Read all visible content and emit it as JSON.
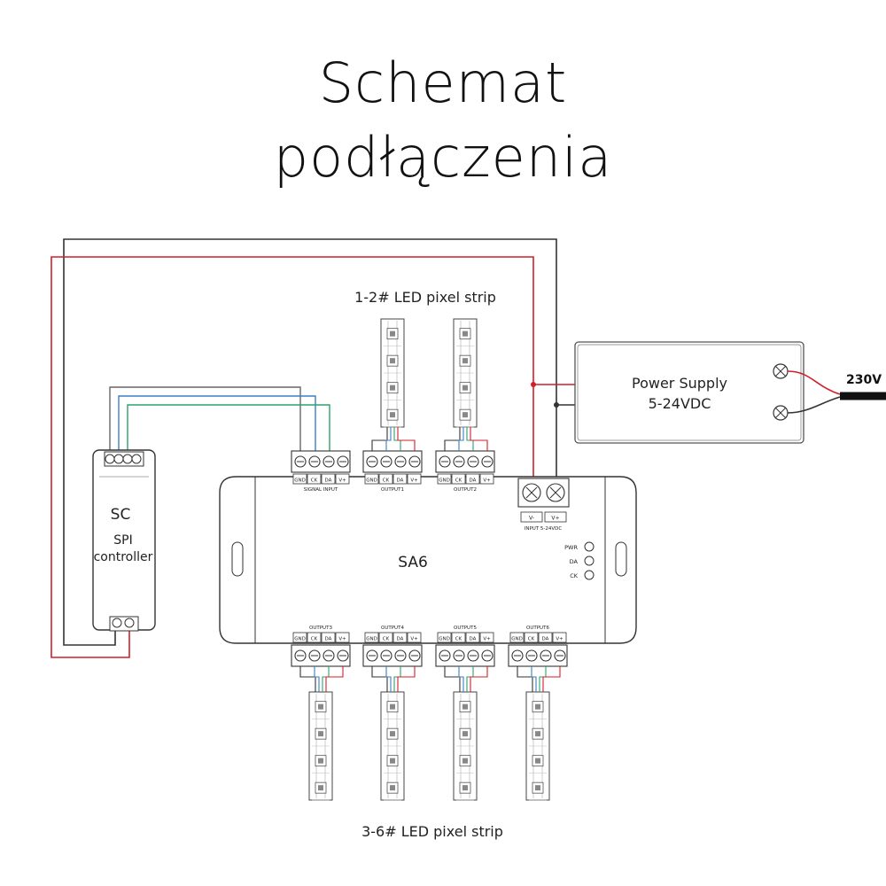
{
  "title": {
    "line1": "Schemat",
    "line2": "podłączenia"
  },
  "labels": {
    "top_strips": "1-2# LED pixel strip",
    "bottom_strips": "3-6# LED pixel strip",
    "mains": "230V"
  },
  "power_supply": {
    "name": "Power Supply",
    "voltage": "5-24VDC"
  },
  "controller": {
    "code": "SC",
    "line1": "SPI",
    "line2": "controller"
  },
  "amplifier": {
    "name": "SA6",
    "signal_input_label": "SIGNAL INPUT",
    "power_input_label": "INPUT 5-24VDC",
    "power_pins": [
      "V-",
      "V+"
    ],
    "pins": [
      "GND",
      "CK",
      "DA",
      "V+"
    ],
    "outputs": [
      "OUTPUT1",
      "OUTPUT2",
      "OUTPUT3",
      "OUTPUT4",
      "OUTPUT5",
      "OUTPUT6"
    ],
    "indicators": [
      "PWR",
      "DA",
      "CK"
    ]
  },
  "wire_colors": {
    "power_pos": "#d21f2a",
    "power_neg": "#333333",
    "data": "#2aa36a",
    "clock": "#3a7fc4"
  }
}
